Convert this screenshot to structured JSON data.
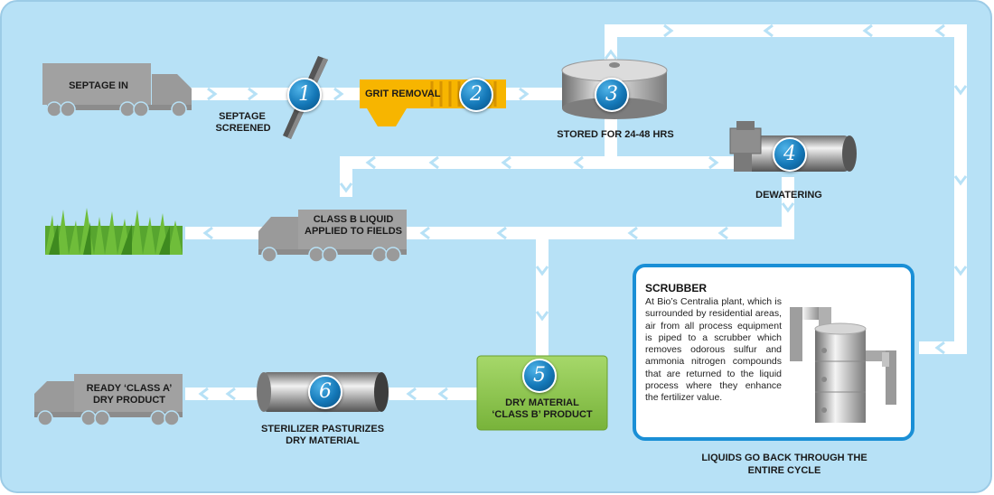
{
  "colors": {
    "background": "#b7e1f6",
    "arrow": "#ffffff",
    "badge": "#1478b8",
    "dry_box": "#8cc63f",
    "scrubber_border": "#1a8fd6",
    "grit": "#f7b500"
  },
  "steps": [
    {
      "number": "1",
      "label": "SEPTAGE SCREENED",
      "icon": "screen-icon"
    },
    {
      "number": "2",
      "label": "GRIT REMOVAL",
      "icon": "grit-chamber-icon"
    },
    {
      "number": "3",
      "label": "STORED FOR 24-48 HRS",
      "icon": "storage-tank-icon"
    },
    {
      "number": "4",
      "label": "DEWATERING",
      "icon": "centrifuge-icon"
    },
    {
      "number": "5",
      "label": "DRY MATERIAL 'CLASS B' PRODUCT",
      "icon": "dry-material-icon"
    },
    {
      "number": "6",
      "label": "STERILIZER PASTURIZES DRY MATERIAL",
      "icon": "sterilizer-icon"
    }
  ],
  "labels": {
    "septage_in": "SEPTAGE IN",
    "septage_screened_1": "SEPTAGE",
    "septage_screened_2": "SCREENED",
    "grit_removal": "GRIT REMOVAL",
    "stored": "STORED FOR 24-48 HRS",
    "dewatering": "DEWATERING",
    "class_b_liquid_1": "CLASS B LIQUID",
    "class_b_liquid_2": "APPLIED TO FIELDS",
    "dry_material_1": "DRY MATERIAL",
    "dry_material_2": "‘CLASS B’ PRODUCT",
    "sterilizer_1": "STERILIZER PASTURIZES",
    "sterilizer_2": "DRY MATERIAL",
    "ready_1": "READY ‘CLASS A’",
    "ready_2": "DRY PRODUCT",
    "liquids_back_1": "LIQUIDS GO BACK THROUGH THE",
    "liquids_back_2": "ENTIRE CYCLE"
  },
  "scrubber": {
    "title": "SCRUBBER",
    "text": "At Bio’s Centralia plant, which is surrounded by residential areas, air from all process equipment is piped to a scrubber which removes odorous sulfur and ammonia nitrogen compounds that are returned to the liquid process where they enhance the fertilizer value."
  },
  "icons": [
    "truck-icon",
    "grass-icon",
    "scrubber-tower-icon",
    "flow-arrow-icon"
  ]
}
